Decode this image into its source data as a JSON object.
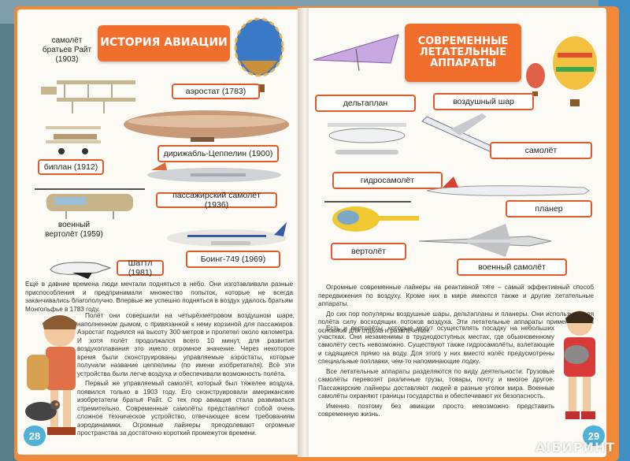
{
  "left_page": {
    "title": "ИСТОРИЯ АВИАЦИИ",
    "labels": {
      "wright": "самолёт братьев Райт (1903)",
      "aerostat": "аэростат (1783)",
      "zeppelin": "дирижабль-Цеппелин (1900)",
      "biplane": "биплан (1912)",
      "passenger": "пассажирский самолёт (1936)",
      "helicopter": "военный вертолёт (1959)",
      "boeing": "Боинг-749 (1969)",
      "shuttle": "Шаттл (1981)"
    },
    "paragraphs": [
      "Ещё в давние времена люди мечтали подняться в небо. Они изготавливали разные приспособления и предпринимали множество попыток, которые не всегда заканчивались благополучно. Впервые же успешно подняться в воздух удалось братьям Монгольфье в 1783 году.",
      "Полёт они совершили на четырёхметровом воздушном шаре, наполненном дымом, с привязанной к нему корзиной для пассажиров. Аэростат поднялся на высоту 300 метров и пролетел около километра. И хотя полёт продолжался всего 10 минут, для развития воздухоплавания это имело огромное значение. Через некоторое время были сконструированы управляемые аэростаты, которые получили название цеппелины (по имени изобретателя). Всё эти устройства были легче воздуха и обеспечивали возможность полёта.",
      "Первый же управляемый самолёт, который был тяжелее воздуха, появился только в 1903 году. Его сконструировали американские изобретатели братья Райт. С тех пор авиация стала развиваться стремительно. Современные самолёты представляют собой очень сложное техническое устройство, отвечающее всем требованиям аэродинамики. Огромные лайнеры преодолевают огромные пространства за достаточно короткий промежуток времени."
    ],
    "page_number": "28"
  },
  "right_page": {
    "title": "СОВРЕМЕННЫЕ ЛЕТАТЕЛЬНЫЕ АППАРАТЫ",
    "labels": {
      "hang_glider": "дельтаплан",
      "balloon": "воздушный шар",
      "airplane": "самолёт",
      "seaplane": "гидросамолёт",
      "glider": "планер",
      "helicopter": "вертолёт",
      "military": "военный самолёт"
    },
    "paragraphs": [
      "Огромные современные лайнеры на реактивной тяге – самый эффективный способ передвижения по воздуху. Кроме них в мире имеются также и другие летательные аппараты.",
      "До сих пор популярны воздушные шары, дельтапланы и планеры. Они используют для полёта силу восходящих потоков воздуха. Эти летательные аппараты применяются в основном для отдыха и развлечения.",
      "Есть и вертолёты, которые могут осуществлять посадку на небольших участках. Они незаменимы в труднодоступных местах, где обыкновенному самолёту сесть невозможно. Существуют также гидросамолёты, взлетающие и садящиеся прямо на воду. Для этого у них вместо колёс предусмотрены специальные поплавки, чем-то напоминающие лодку.",
      "Все летательные аппараты разделяются по виду деятельности. Грузовые самолёты перевозят различные грузы, товары, почту и многое другое. Пассажирские лайнеры доставляют людей в разные уголки мира. Военные самолёты охраняют границы государства и обеспечивают их безопасность.",
      "Именно поэтому без авиации просто невозможно представить современную жизнь."
    ],
    "page_number": "29"
  },
  "watermark": "AIБИРИНТ",
  "colors": {
    "accent": "#f26e2c",
    "label_border": "#e05a2a",
    "page": "#fbfaf5",
    "cover": "#f08a3a",
    "page_number_bg": "#4fb0d8"
  }
}
